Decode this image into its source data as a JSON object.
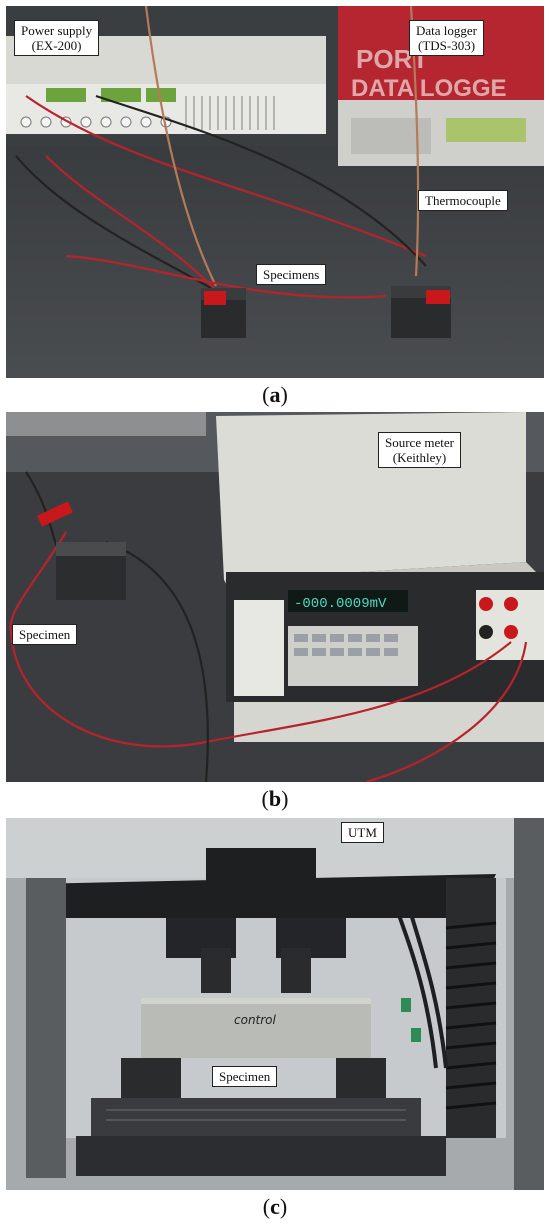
{
  "panels": [
    {
      "caption_letter": "a",
      "labels": {
        "power_supply_line1": "Power supply",
        "power_supply_line2": "(EX-200)",
        "data_logger_line1": "Data logger",
        "data_logger_line2": "(TDS-303)",
        "thermocouple": "Thermocouple",
        "specimens": "Specimens"
      }
    },
    {
      "caption_letter": "b",
      "labels": {
        "source_meter_line1": "Source meter",
        "source_meter_line2": "(Keithley)",
        "specimen": "Specimen",
        "meter_display": "-000.0009mV"
      }
    },
    {
      "caption_letter": "c",
      "labels": {
        "utm": "UTM",
        "specimen": "Specimen",
        "control_mark": "control"
      }
    }
  ],
  "colors": {
    "floor": "#3a3d40",
    "lab_bg": "#d8d8d4",
    "specimen_gray": "#b9bbb6",
    "clip_red": "#c8181c",
    "utm_black": "#1e1f21"
  }
}
